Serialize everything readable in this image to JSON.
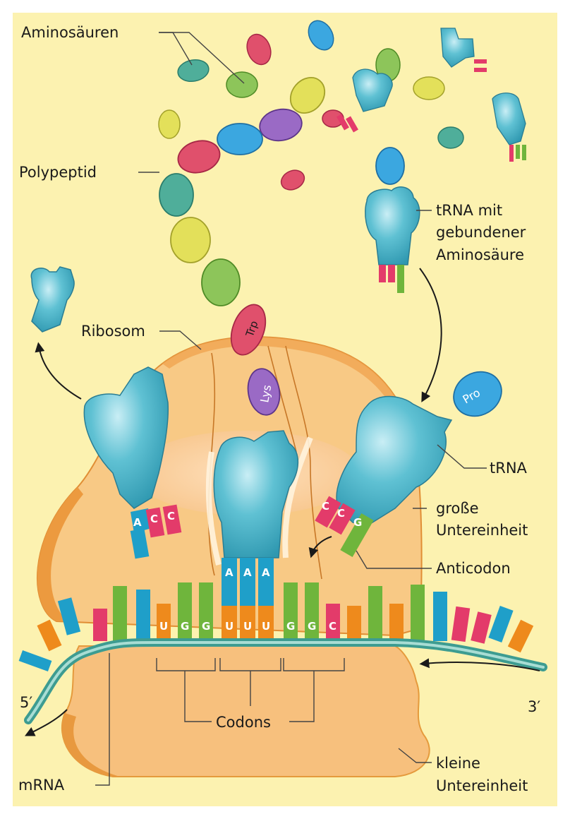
{
  "labels": {
    "aminosaeuren": "Aminosäuren",
    "polypeptid": "Polypeptid",
    "trna_geb_1": "tRNA mit",
    "trna_geb_2": "gebundener",
    "trna_geb_3": "Aminosäure",
    "ribosom": "Ribosom",
    "trna": "tRNA",
    "grosse_1": "große",
    "grosse_2": "Untereinheit",
    "anticodon": "Anticodon",
    "five_prime": "5′",
    "three_prime": "3′",
    "codons": "Codons",
    "mrna": "mRNA",
    "kleine_1": "kleine",
    "kleine_2": "Untereinheit"
  },
  "amino_acids": {
    "trp": "Trp",
    "lys": "Lys",
    "pro": "Pro"
  },
  "codon_bases": [
    "U",
    "G",
    "G",
    "U",
    "U",
    "U",
    "G",
    "G",
    "C"
  ],
  "anticodon_middle": [
    "A",
    "A",
    "A"
  ],
  "anticodon_left": [
    "A",
    "C",
    "C"
  ],
  "anticodon_right": [
    "C",
    "C",
    "G"
  ],
  "colors": {
    "background": "#fcf2b0",
    "ribosome_small": "#f7c07d",
    "ribosome_large": "#f8c985",
    "trna": "#4db6c9",
    "mrna": "#5fb0a6",
    "green_base": "#6fb53c",
    "pink_base": "#e33b6a",
    "orange_base": "#ee8a1c",
    "blue_base": "#1f9fc9"
  }
}
